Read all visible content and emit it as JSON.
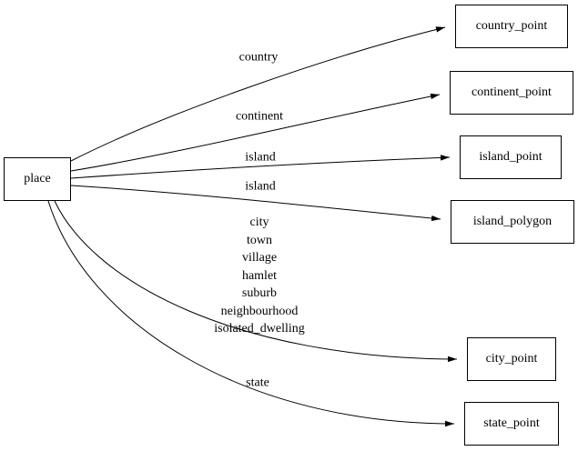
{
  "diagram": {
    "type": "directed-graph",
    "source_node": {
      "id": "place",
      "label": "place"
    },
    "target_nodes": [
      {
        "id": "country_point",
        "label": "country_point"
      },
      {
        "id": "continent_point",
        "label": "continent_point"
      },
      {
        "id": "island_point",
        "label": "island_point"
      },
      {
        "id": "island_polygon",
        "label": "island_polygon"
      },
      {
        "id": "city_point",
        "label": "city_point"
      },
      {
        "id": "state_point",
        "label": "state_point"
      }
    ],
    "edges": [
      {
        "from": "place",
        "to": "country_point",
        "label": "country"
      },
      {
        "from": "place",
        "to": "continent_point",
        "label": "continent"
      },
      {
        "from": "place",
        "to": "island_point",
        "label": "island"
      },
      {
        "from": "place",
        "to": "island_polygon",
        "label": "island"
      },
      {
        "from": "place",
        "to": "city_point",
        "lines": [
          "city",
          "town",
          "village",
          "hamlet",
          "suburb",
          "neighbourhood",
          "isolated_dwelling"
        ]
      },
      {
        "from": "place",
        "to": "state_point",
        "label": "state"
      }
    ],
    "colors": {
      "node_border": "#000000",
      "node_fill": "#ffffff",
      "edge_stroke": "#000000",
      "text": "#000000",
      "background": "#ffffff"
    }
  }
}
